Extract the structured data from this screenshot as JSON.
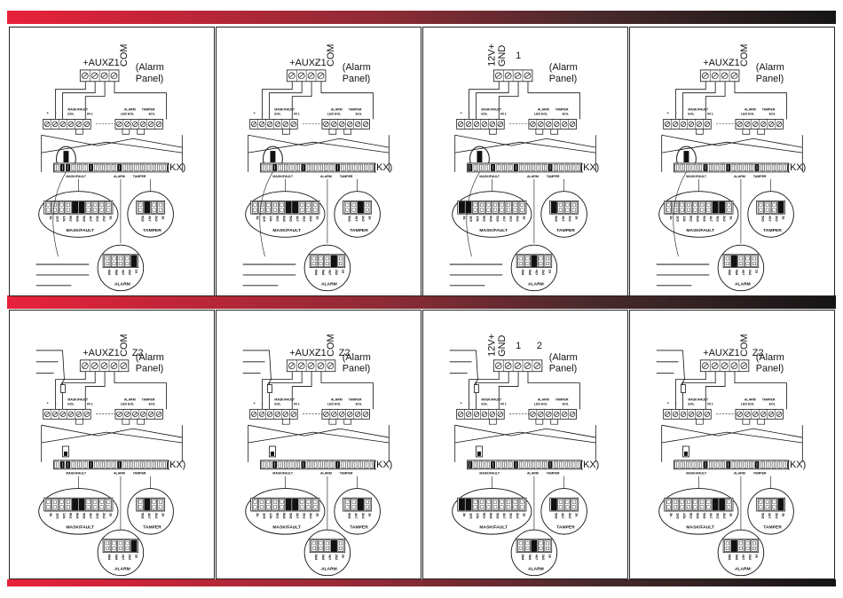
{
  "colors": {
    "band_start": "#e8213a",
    "band_end": "#151515",
    "ink": "#111111"
  },
  "labels": {
    "alarm_panel_line1": "(Alarm",
    "alarm_panel_line2": "Panel)",
    "kx": "(KX)",
    "aux": "+AUX-",
    "z1": "Z1",
    "z2": "Z2",
    "com": "COM",
    "v12": "12V+",
    "gnd": "GND",
    "one": "1",
    "two": "2",
    "plus": "+",
    "minus": "-",
    "mask_fault": "MASK/FAULT",
    "eol": "EOL",
    "ri1": "RI 1",
    "alarm": "ALARM",
    "led_eol": "LED EOL",
    "tamper": "TAMPER",
    "maskfault_caption": "MASK/FAULT",
    "tamper_caption": "TAMPER",
    "alarm_caption": "ALARM",
    "res_maskfault": [
      "3k",
      "1k5",
      "12k",
      "8k2",
      "6k8",
      "5k6",
      "4k7",
      "3k3",
      "2k2",
      "1k"
    ],
    "res_tamper": [
      "5k6",
      "4k7",
      "2k2",
      "1k"
    ],
    "res_alarm": [
      "6k8",
      "5k6",
      "4k7",
      "2k2",
      "1k"
    ]
  },
  "panels": [
    {
      "id": "p1",
      "top": "aux-z1-com",
      "row": 1
    },
    {
      "id": "p2",
      "top": "aux-z1-com",
      "row": 1
    },
    {
      "id": "p3",
      "top": "12v-gnd-1",
      "row": 1
    },
    {
      "id": "p4",
      "top": "aux-z1-com",
      "row": 1
    },
    {
      "id": "p5",
      "top": "aux-z1-com-z2",
      "row": 2
    },
    {
      "id": "p6",
      "top": "aux-z1-com-z2",
      "row": 2
    },
    {
      "id": "p7",
      "top": "12v-gnd-1-2",
      "row": 2
    },
    {
      "id": "p8",
      "top": "aux-z1-com-z2",
      "row": 2
    }
  ]
}
